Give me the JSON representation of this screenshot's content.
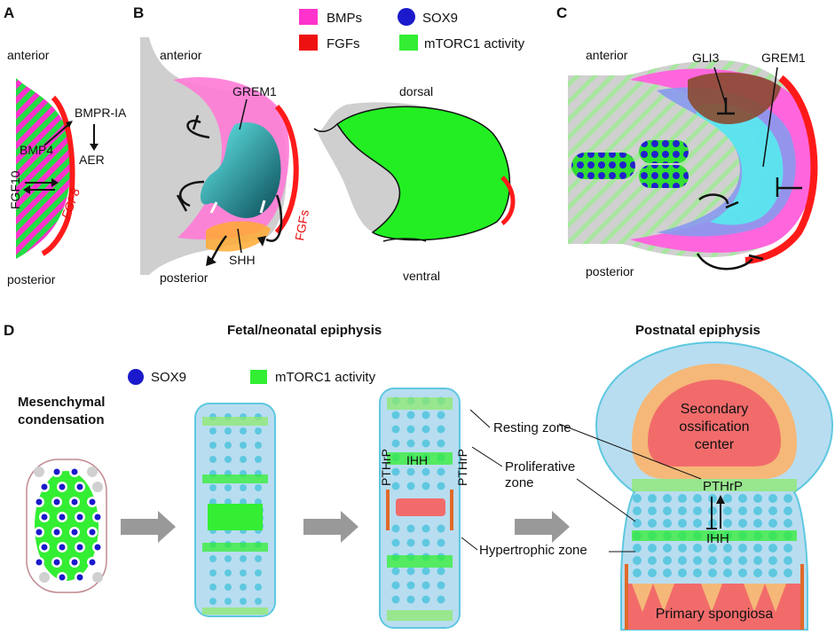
{
  "panelA": {
    "letter": "A",
    "anterior": "anterior",
    "posterior": "posterior",
    "bmpr": "BMPR-IA",
    "bmp4": "BMP4",
    "aer": "AER",
    "fgf10": "FGF10",
    "fgf8": "FGF8"
  },
  "panelB": {
    "letter": "B",
    "anterior": "anterior",
    "posterior": "posterior",
    "grem1": "GREM1",
    "shh": "SHH",
    "fgfs": "FGFs",
    "dorsal": "dorsal",
    "ventral": "ventral"
  },
  "legendTop": {
    "bmps": "BMPs",
    "fgfs": "FGFs",
    "sox9": "SOX9",
    "mtorc1": "mTORC1 activity"
  },
  "panelC": {
    "letter": "C",
    "anterior": "anterior",
    "posterior": "posterior",
    "gli3": "GLI3",
    "grem1": "GREM1"
  },
  "panelD": {
    "letter": "D",
    "fetal_title": "Fetal/neonatal epiphysis",
    "postnatal_title": "Postnatal epiphysis",
    "sox9": "SOX9",
    "mtorc1": "mTORC1 activity",
    "mesenchymal_1": "Mesenchymal",
    "mesenchymal_2": "condensation",
    "pthrp": "PTHrP",
    "ihh": "IHH",
    "resting": "Resting zone",
    "proliferative_1": "Proliferative",
    "proliferative_2": "zone",
    "hypertrophic": "Hypertrophic zone",
    "soc_1": "Secondary",
    "soc_2": "ossification",
    "soc_3": "center",
    "pthrp2": "PTHrP",
    "ihh2": "IHH",
    "spongiosa": "Primary spongiosa"
  },
  "colors": {
    "bmp": "#ff66cc",
    "fgf": "#ff1a1a",
    "sox9": "#1a1acc",
    "mtorc1": "#33ee33",
    "cartilage": "#b8ddf0",
    "cell": "#5ec8e0"
  }
}
